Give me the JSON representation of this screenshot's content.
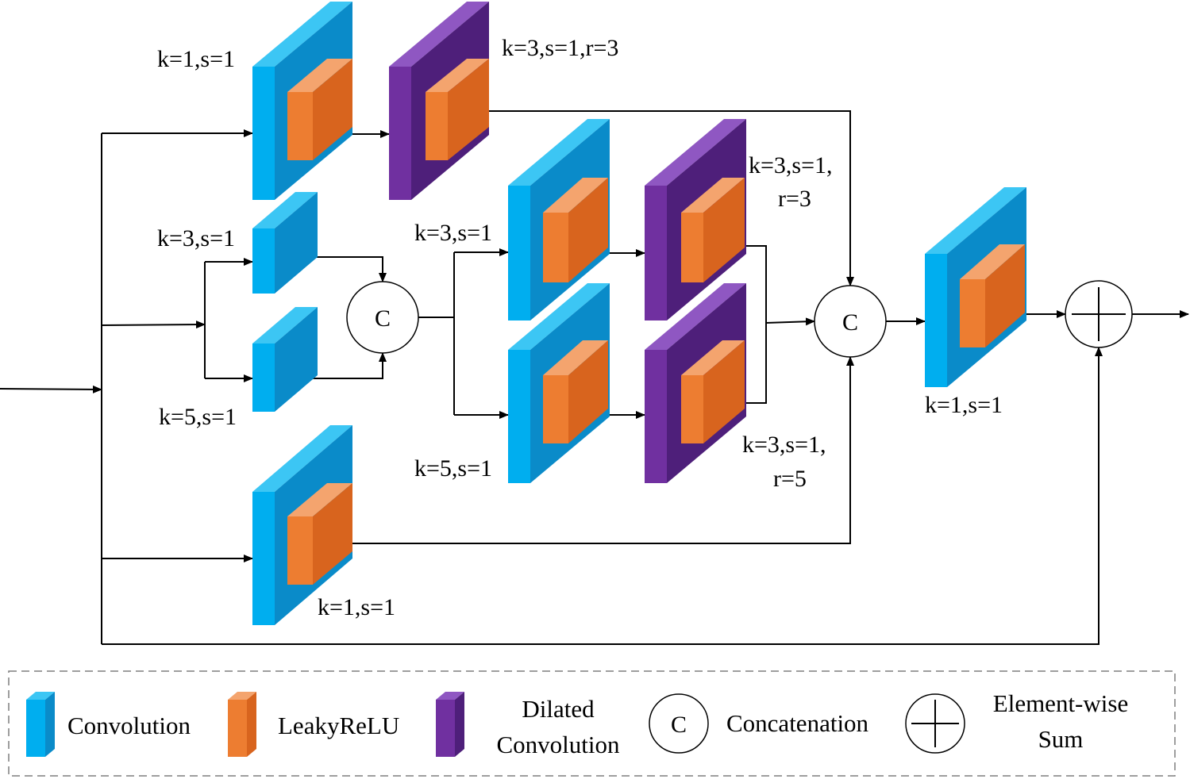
{
  "colors": {
    "convolution_front": "#00AEEF",
    "convolution_side": "#0A8BC9",
    "convolution_top": "#3CC6F4",
    "leaky_front": "#ED7D31",
    "leaky_side": "#D8641E",
    "leaky_top": "#F4A46E",
    "dilated_front": "#7030A0",
    "dilated_side": "#4E1F7A",
    "dilated_top": "#8F57C2",
    "line": "#000000",
    "legend_border": "#7f7f7f"
  },
  "labels": {
    "top_conv": "k=1,s=1",
    "top_dilated": "k=3,s=1,r=3",
    "small_conv_a": "k=3,s=1",
    "small_conv_b": "k=5,s=1",
    "mid_conv_a": "k=3,s=1",
    "mid_conv_b": "k=5,s=1",
    "mid_dilated_a_line1": "k=3,s=1,",
    "mid_dilated_a_line2": "r=3",
    "mid_dilated_b_line1": "k=3,s=1,",
    "mid_dilated_b_line2": "r=5",
    "bottom_conv": "k=1,s=1",
    "final_conv": "k=1,s=1"
  },
  "concat_symbol": "C",
  "legend": {
    "convolution": "Convolution",
    "leakyrelu": "LeakyReLU",
    "dilated_line1": "Dilated",
    "dilated_line2": "Convolution",
    "concat_symbol": "C",
    "concatenation": "Concatenation",
    "sum_line1": "Element-wise",
    "sum_line2": "Sum"
  }
}
